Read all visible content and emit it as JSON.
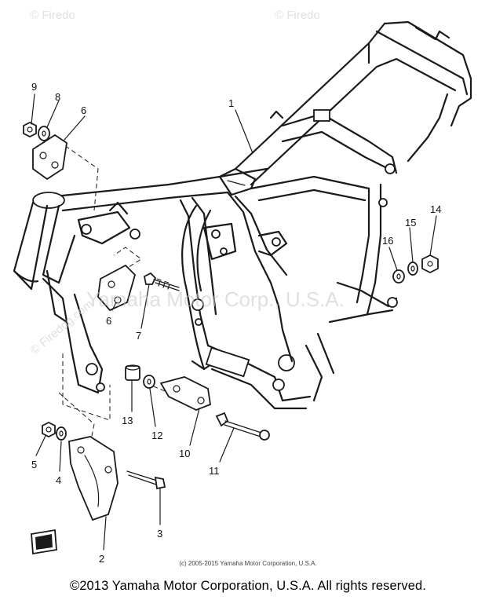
{
  "watermarks": {
    "main": "Yamaha Motor Corp., U.S.A.",
    "side": "© Firedog.com",
    "corner": "© Firedo"
  },
  "callouts": [
    "1",
    "2",
    "3",
    "4",
    "5",
    "6",
    "6",
    "7",
    "8",
    "9",
    "10",
    "11",
    "12",
    "13",
    "14",
    "15",
    "16"
  ],
  "footer": {
    "small_copyright": "(c) 2005-2015 Yamaha Motor Corporation, U.S.A.",
    "copyright": "©2013 Yamaha Motor Corporation, U.S.A. All rights reserved."
  }
}
